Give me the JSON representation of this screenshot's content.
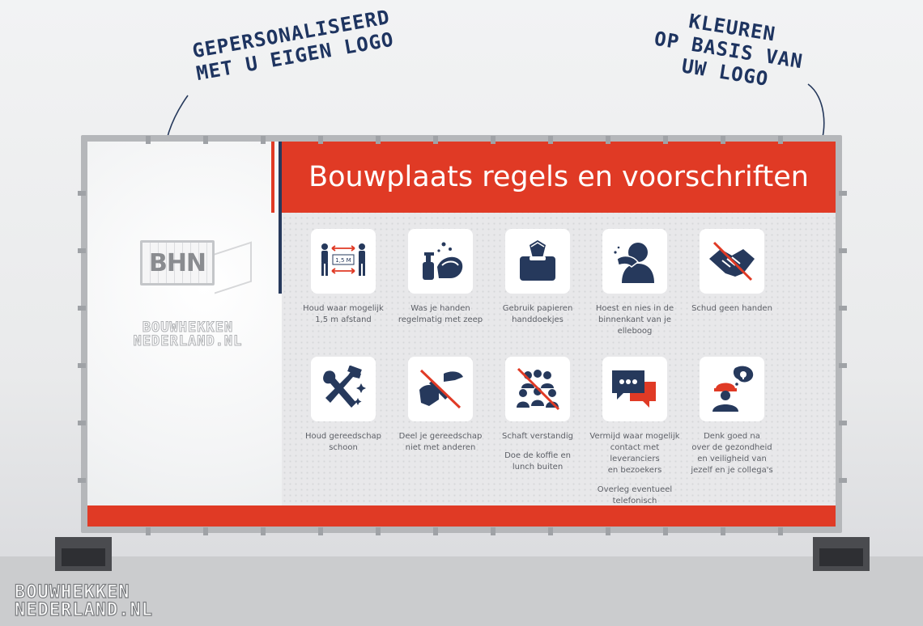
{
  "callouts": {
    "left_line1": "GEPERSONALISEERD",
    "left_line2": "MET U EIGEN LOGO",
    "right_line1": "KLEUREN",
    "right_line2": "OP BASIS VAN",
    "right_line3": "UW LOGO"
  },
  "banner": {
    "logo_mark": "BHN",
    "brand_line1": "BOUWHEKKEN",
    "brand_line2": "NEDERLAND.NL",
    "title": "Bouwplaats regels en voorschriften",
    "tiles": [
      {
        "icon": "distance-icon",
        "lines": [
          "Houd waar mogelijk",
          "1,5 m afstand"
        ]
      },
      {
        "icon": "wash-hands-icon",
        "lines": [
          "Was je handen",
          "regelmatig met zeep"
        ]
      },
      {
        "icon": "tissue-box-icon",
        "lines": [
          "Gebruik papieren",
          "handdoekjes"
        ]
      },
      {
        "icon": "cough-elbow-icon",
        "lines": [
          "Hoest en nies in de",
          "binnenkant van je",
          "elleboog"
        ]
      },
      {
        "icon": "no-handshake-icon",
        "lines": [
          "Schud geen handen"
        ]
      },
      {
        "icon": "tools-icon",
        "lines": [
          "Houd gereedschap",
          "schoon"
        ]
      },
      {
        "icon": "no-sharing-tools-icon",
        "lines": [
          "Deel je gereedschap",
          "niet met anderen"
        ]
      },
      {
        "icon": "no-group-icon",
        "lines": [
          "Schaft verstandig"
        ],
        "lines2": [
          "Doe de koffie en",
          "lunch buiten"
        ]
      },
      {
        "icon": "chat-icon",
        "lines": [
          "Vermijd waar mogelijk",
          "contact met leveranciers",
          "en bezoekers"
        ],
        "lines2": [
          "Overleg eventueel",
          "telefonisch"
        ]
      },
      {
        "icon": "worker-think-icon",
        "lines": [
          "Denk goed na",
          "over de gezondheid",
          "en veiligheid van",
          "jezelf en je collega's"
        ]
      }
    ],
    "distance_label": "1,5 M"
  },
  "footer_brand": {
    "line1": "BOUWHEKKEN",
    "line2": "NEDERLAND.NL"
  },
  "colors": {
    "accent_red": "#e03a25",
    "navy": "#26395c",
    "callout_text": "#1e3460"
  }
}
